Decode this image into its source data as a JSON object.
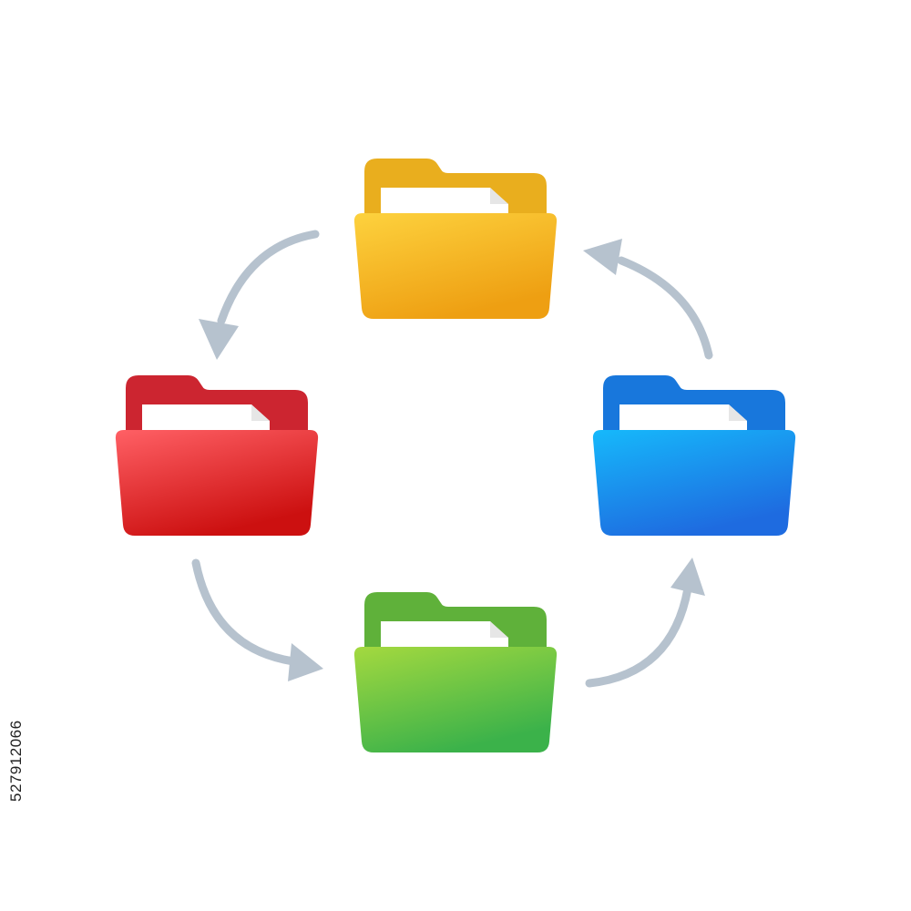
{
  "diagram": {
    "folders": [
      {
        "id": "top",
        "color_name": "yellow",
        "back": "#E9AE1E",
        "front_top": "#FDD23E",
        "front_bottom": "#EE9F12",
        "icon": "open-folder-icon"
      },
      {
        "id": "right",
        "color_name": "blue",
        "back": "#1877DC",
        "front_top": "#16B9FB",
        "front_bottom": "#1E6BE0",
        "icon": "open-folder-icon"
      },
      {
        "id": "bottom",
        "color_name": "green",
        "back": "#5FB13A",
        "front_top": "#A4D93F",
        "front_bottom": "#3BB24A",
        "icon": "open-folder-icon"
      },
      {
        "id": "left",
        "color_name": "red",
        "back": "#CC2530",
        "front_top": "#FF6065",
        "front_bottom": "#CC1010",
        "icon": "open-folder-icon"
      }
    ],
    "arrows": [
      {
        "from": "top",
        "to": "left",
        "icon": "curved-arrow-icon"
      },
      {
        "from": "left",
        "to": "bottom",
        "icon": "curved-arrow-icon"
      },
      {
        "from": "bottom",
        "to": "right",
        "icon": "curved-arrow-icon"
      },
      {
        "from": "right",
        "to": "top",
        "icon": "curved-arrow-icon"
      }
    ],
    "arrow_color": "#B6C2CE",
    "paper_color": "#FFFFFF"
  },
  "watermark": {
    "stock_id": "527912066"
  }
}
